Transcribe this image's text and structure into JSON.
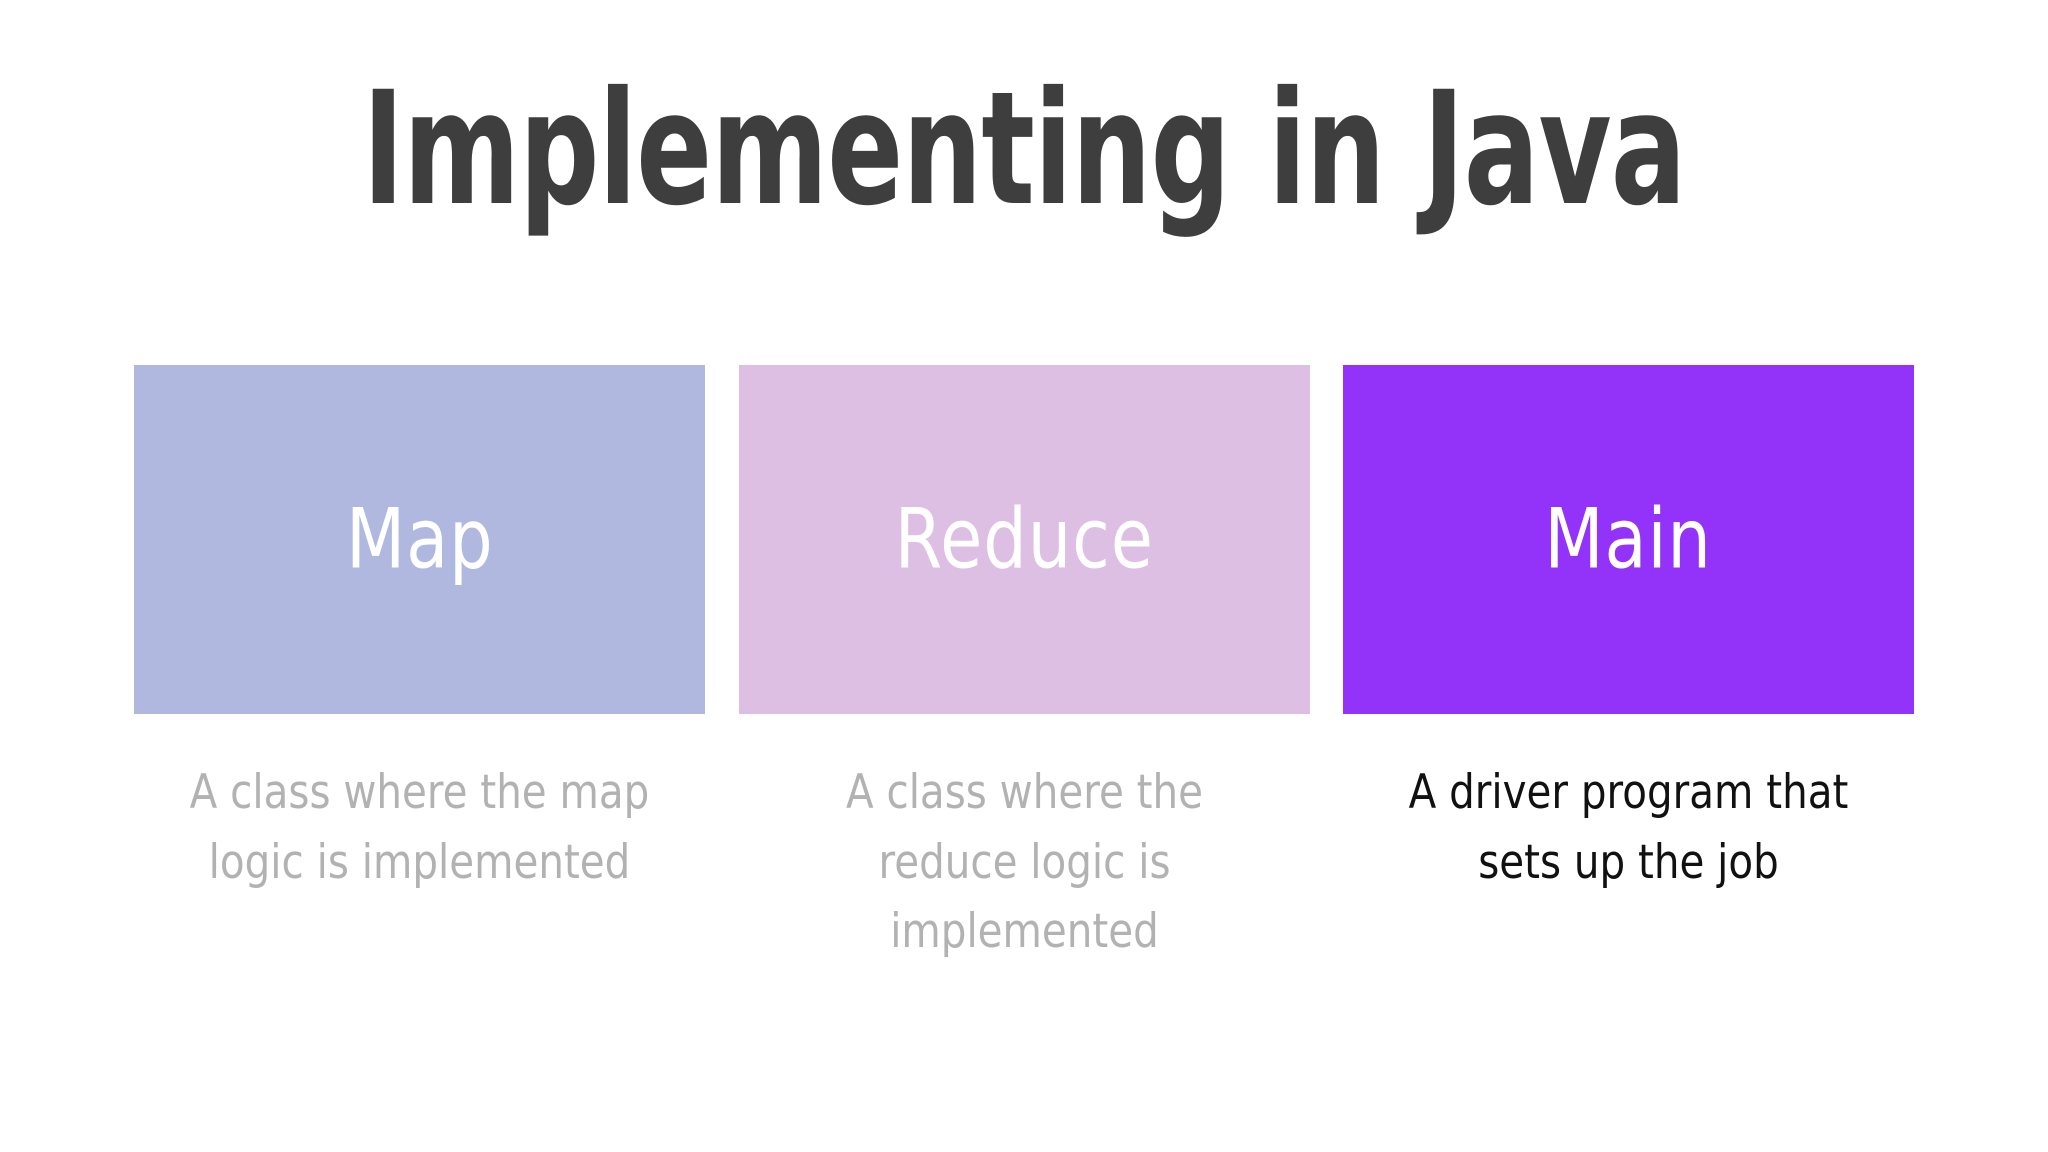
{
  "slide": {
    "title": "Implementing in Java",
    "background_color": "#ffffff",
    "title_color": "#3e3e3e"
  },
  "columns": [
    {
      "id": "map",
      "label": "Map",
      "box_color": "#b0b8e0",
      "label_color": "#ffffff",
      "caption": "A class where the map logic is implemented",
      "caption_color": "#b2b2b2"
    },
    {
      "id": "reduce",
      "label": "Reduce",
      "box_color": "#ddbfe3",
      "label_color": "#ffffff",
      "caption": "A class where the reduce logic is implemented",
      "caption_color": "#b2b2b2"
    },
    {
      "id": "main",
      "label": "Main",
      "box_color": "#9333fa",
      "label_color": "#ffffff",
      "caption": "A driver program that sets up the job",
      "caption_color": "#111111"
    }
  ]
}
